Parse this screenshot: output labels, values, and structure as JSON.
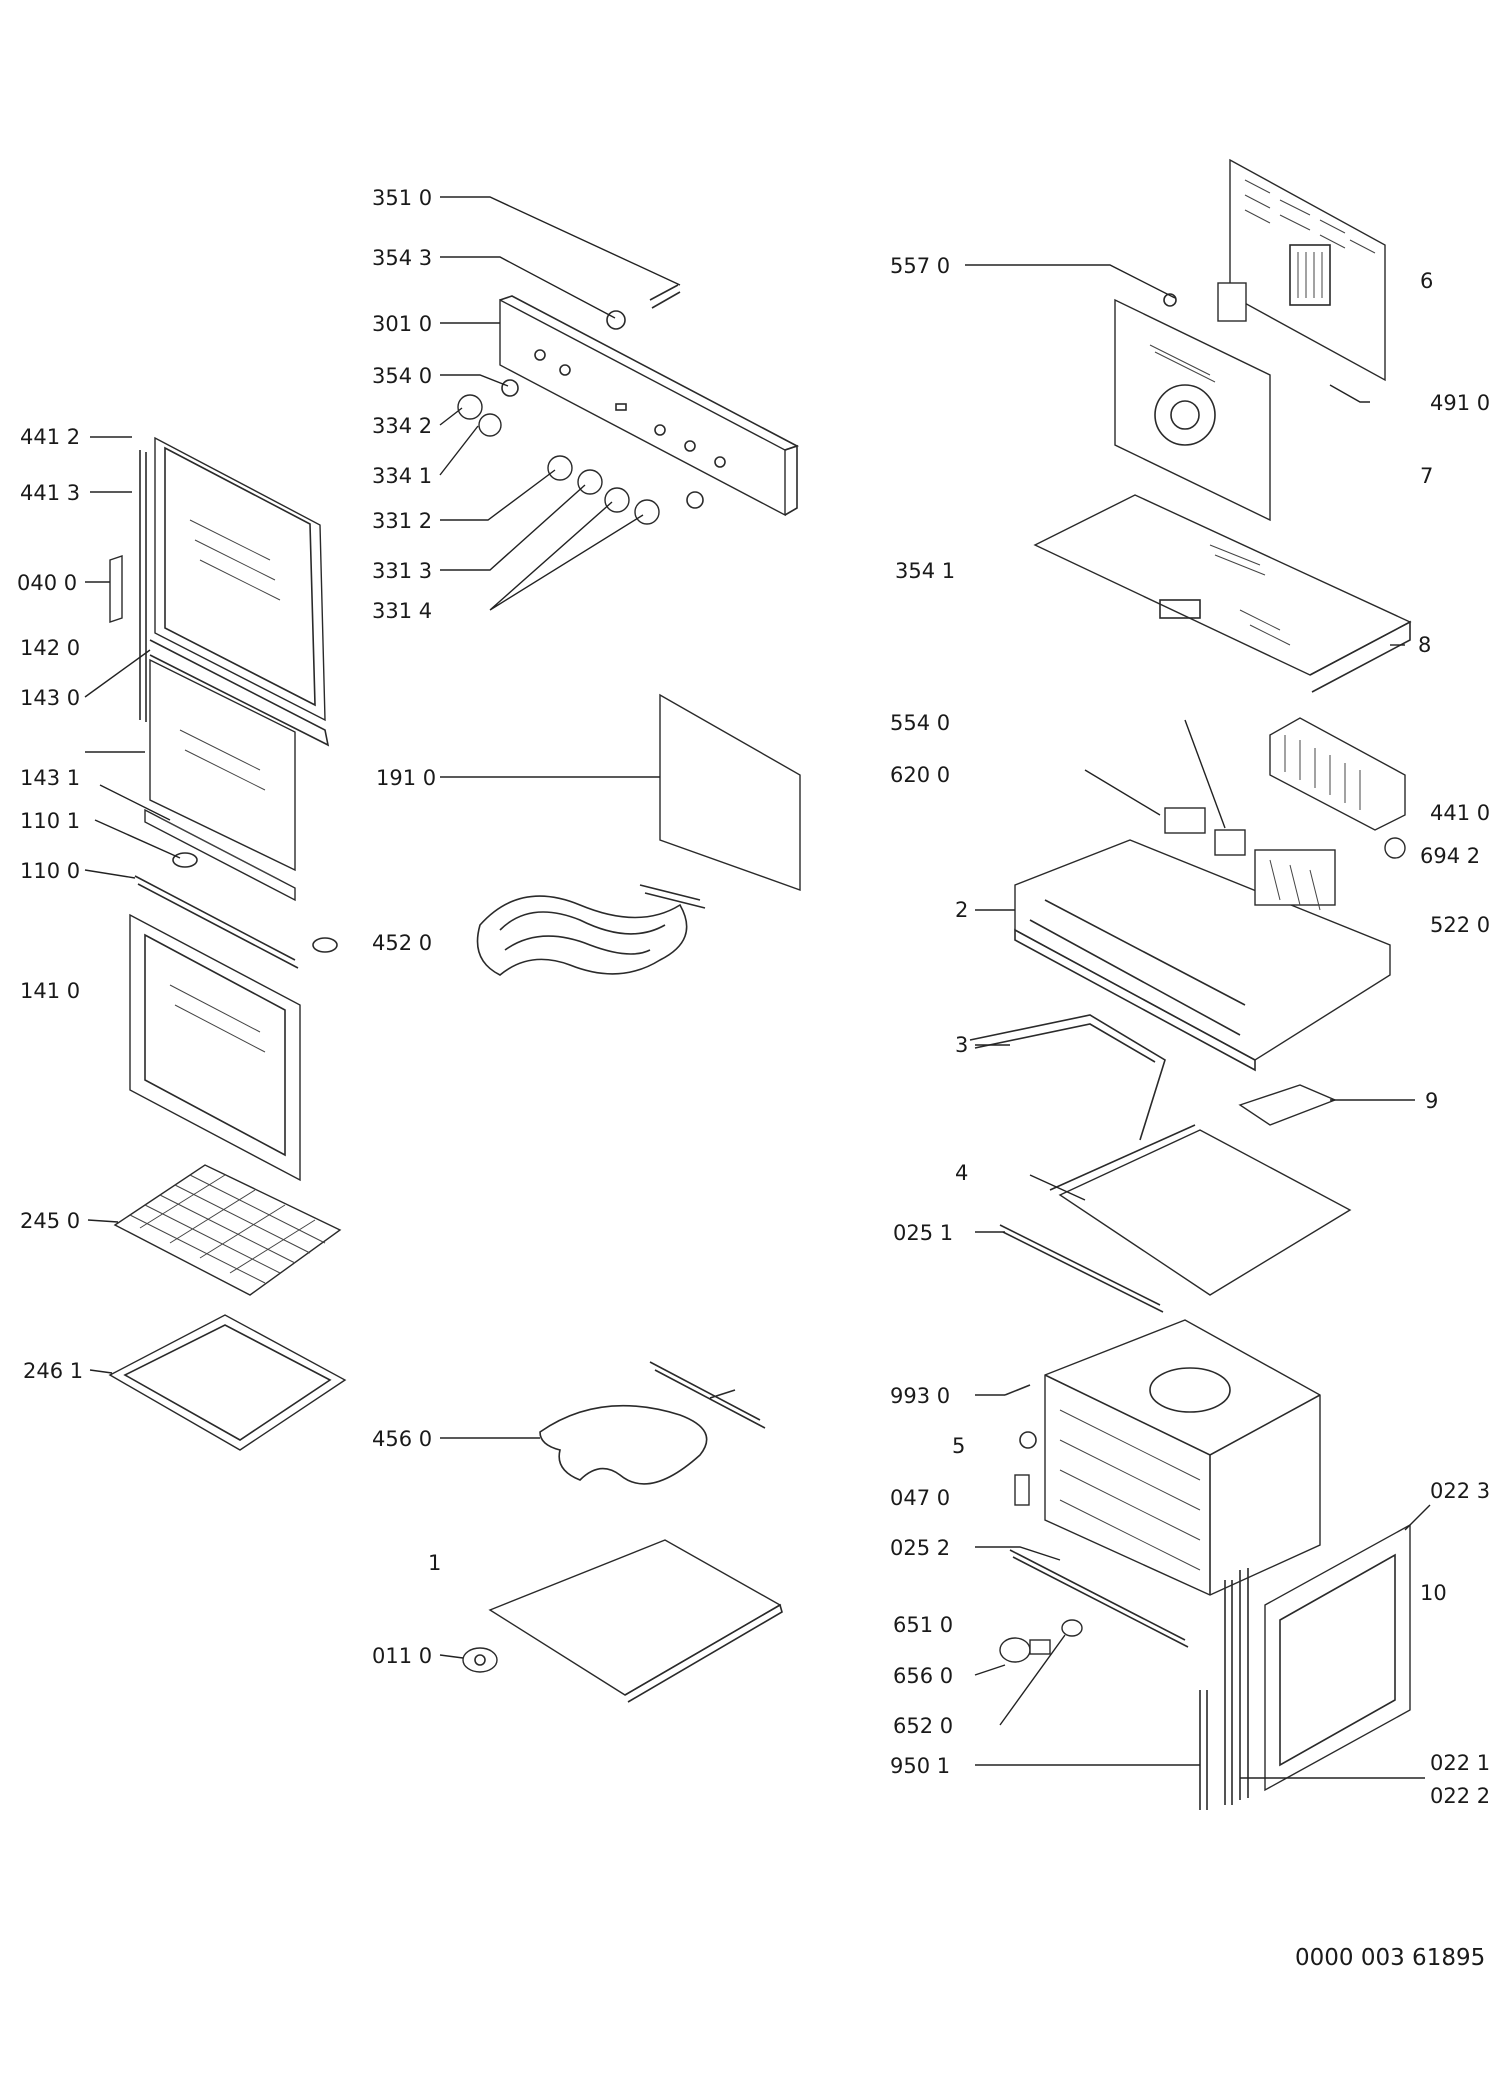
{
  "document_number": "0000 003 61895",
  "callouts": [
    {
      "id": "351",
      "text": "351 0"
    },
    {
      "id": "3543",
      "text": "354 3"
    },
    {
      "id": "301",
      "text": "301 0"
    },
    {
      "id": "3540",
      "text": "354 0"
    },
    {
      "id": "3342",
      "text": "334 2"
    },
    {
      "id": "3341",
      "text": "334 1"
    },
    {
      "id": "3312",
      "text": "331 2"
    },
    {
      "id": "3313",
      "text": "331 3"
    },
    {
      "id": "3314",
      "text": "331 4"
    },
    {
      "id": "4412",
      "text": "441 2"
    },
    {
      "id": "4413",
      "text": "441 3"
    },
    {
      "id": "0400",
      "text": "040 0"
    },
    {
      "id": "1420",
      "text": "142 0"
    },
    {
      "id": "1430",
      "text": "143 0"
    },
    {
      "id": "1431",
      "text": "143 1"
    },
    {
      "id": "1101",
      "text": "110 1"
    },
    {
      "id": "1100",
      "text": "110 0"
    },
    {
      "id": "1410",
      "text": "141 0"
    },
    {
      "id": "2450",
      "text": "245 0"
    },
    {
      "id": "2461",
      "text": "246 1"
    },
    {
      "id": "1910",
      "text": "191 0"
    },
    {
      "id": "4520",
      "text": "452 0"
    },
    {
      "id": "4560",
      "text": "456 0"
    },
    {
      "id": "one",
      "text": "1"
    },
    {
      "id": "0110",
      "text": "011 0"
    },
    {
      "id": "5570",
      "text": "557 0"
    },
    {
      "id": "six",
      "text": "6"
    },
    {
      "id": "4910",
      "text": "491 0"
    },
    {
      "id": "seven",
      "text": "7"
    },
    {
      "id": "3541",
      "text": "354 1"
    },
    {
      "id": "eight",
      "text": "8"
    },
    {
      "id": "5540",
      "text": "554 0"
    },
    {
      "id": "6200",
      "text": "620 0"
    },
    {
      "id": "4410",
      "text": "441 0"
    },
    {
      "id": "6942",
      "text": "694 2"
    },
    {
      "id": "two",
      "text": "2"
    },
    {
      "id": "5220",
      "text": "522 0"
    },
    {
      "id": "three",
      "text": "3"
    },
    {
      "id": "nine",
      "text": "9"
    },
    {
      "id": "four",
      "text": "4"
    },
    {
      "id": "0251",
      "text": "025 1"
    },
    {
      "id": "9930",
      "text": "993 0"
    },
    {
      "id": "five",
      "text": "5"
    },
    {
      "id": "0470",
      "text": "047 0"
    },
    {
      "id": "0252",
      "text": "025 2"
    },
    {
      "id": "0223",
      "text": "022 3"
    },
    {
      "id": "ten",
      "text": "10"
    },
    {
      "id": "6510",
      "text": "651 0"
    },
    {
      "id": "6560",
      "text": "656 0"
    },
    {
      "id": "6520",
      "text": "652 0"
    },
    {
      "id": "9501",
      "text": "950 1"
    },
    {
      "id": "0221",
      "text": "022 1"
    },
    {
      "id": "0222",
      "text": "022 2"
    }
  ]
}
